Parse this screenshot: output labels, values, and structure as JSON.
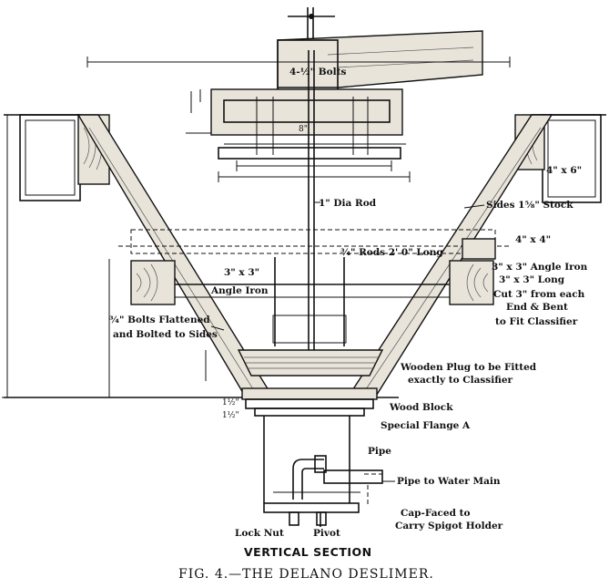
{
  "labels": {
    "bolts": "4-½\" Bolts",
    "dim_8": "8\"",
    "dim_4x6": "4\" x 6\"",
    "dia_rod": "1\" Dia Rod",
    "sides": "Sides 1⅝\" Stock",
    "dim_4x4": "4\" x 4\"",
    "rods": "¾\" Rods 2' 0\" Long",
    "dim_3x3": "3\" x 3\"",
    "angle_iron_1": "3\" x 3\" Angle Iron",
    "angle_iron_2": "3\" x 3\" Long",
    "angle_iron_3": "Cut 3\" from each",
    "angle_iron_4": "End & Bent",
    "angle_iron_5": "to Fit Classifier",
    "angle_iron_inner": "Angle Iron",
    "bolts_flat_1": "¾\" Bolts Flattened",
    "bolts_flat_2": "and Bolted to Sides",
    "plug_1": "Wooden Plug to be Fitted",
    "plug_2": "exactly to Classifier",
    "wood_block": "Wood Block",
    "flange": "Special Flange A",
    "dim_1_a": "1½\"",
    "dim_1_b": "1½\"",
    "pipe": "Pipe",
    "pipe_water": "Pipe to Water Main",
    "cap_1": "Cap-Faced to",
    "cap_2": "Carry Spigot Holder",
    "lock_nut": "Lock Nut",
    "pivot": "Pivot",
    "title": "VERTICAL SECTION",
    "caption": "FIG. 4.—THE DELANO DESLIMER."
  }
}
